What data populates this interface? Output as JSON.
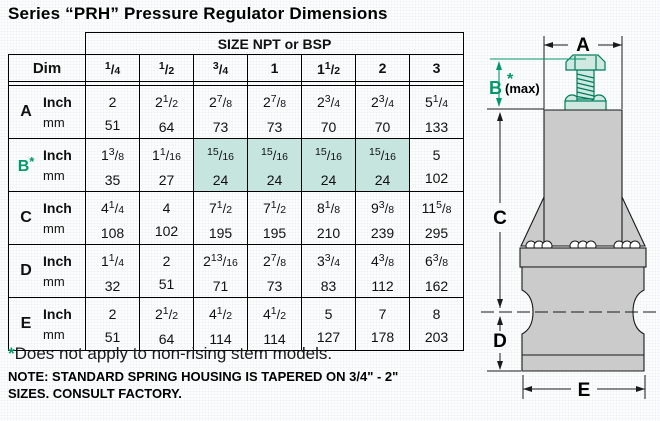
{
  "title": "Series “PRH” Pressure Regulator Dimensions",
  "table": {
    "size_header": "SIZE NPT or BSP",
    "dim_header": "Dim",
    "unit_inch": "Inch",
    "unit_mm": "mm",
    "sizes": [
      "1/4",
      "1/2",
      "3/4",
      "1",
      "1 1/2",
      "2",
      "3"
    ],
    "rows": [
      {
        "dim": "A",
        "star": false,
        "inch": [
          "2",
          "2 1/2",
          "2 7/8",
          "2 7/8",
          "2 3/4",
          "2 3/4",
          "5 1/4"
        ],
        "mm": [
          "51",
          "64",
          "73",
          "73",
          "70",
          "70",
          "133"
        ],
        "highlight": []
      },
      {
        "dim": "B",
        "star": true,
        "inch": [
          "1 3/8",
          "1 1/16",
          "15/16",
          "15/16",
          "15/16",
          "15/16",
          "5"
        ],
        "mm": [
          "35",
          "27",
          "24",
          "24",
          "24",
          "24",
          "102"
        ],
        "highlight": [
          2,
          3,
          4,
          5
        ]
      },
      {
        "dim": "C",
        "star": false,
        "inch": [
          "4 1/4",
          "4",
          "7 1/2",
          "7 1/2",
          "8 1/8",
          "9 3/8",
          "11 5/8"
        ],
        "mm": [
          "108",
          "102",
          "195",
          "195",
          "210",
          "239",
          "295"
        ],
        "highlight": []
      },
      {
        "dim": "D",
        "star": false,
        "inch": [
          "1 1/4",
          "2",
          "2 13/16",
          "2 7/8",
          "3 3/4",
          "4 3/8",
          "6 3/8"
        ],
        "mm": [
          "32",
          "51",
          "71",
          "73",
          "83",
          "112",
          "162"
        ],
        "highlight": []
      },
      {
        "dim": "E",
        "star": false,
        "inch": [
          "2",
          "2 1/2",
          "4 1/2",
          "4 1/2",
          "5",
          "7",
          "8"
        ],
        "mm": [
          "51",
          "64",
          "114",
          "114",
          "127",
          "178",
          "203"
        ],
        "highlight": []
      }
    ]
  },
  "footnotes": {
    "star_symbol": "*",
    "star_text": "Does not apply to non-rising stem models.",
    "note_line1": "NOTE: STANDARD SPRING HOUSING IS TAPERED ON 3/4\" -  2\"",
    "note_line2": "SIZES.  CONSULT FACTORY."
  },
  "diagram": {
    "labels": {
      "a": "A",
      "b": "B",
      "b_star": "*",
      "b_max": "(max)",
      "c": "C",
      "d": "D",
      "e": "E"
    }
  },
  "colors": {
    "accent_green": "#00996b",
    "bolt_stroke": "#007c5a",
    "bolt_fill": "#cfe9e1",
    "highlight_cell": "#c6e5df",
    "body_gray": "#cbcbcb"
  }
}
